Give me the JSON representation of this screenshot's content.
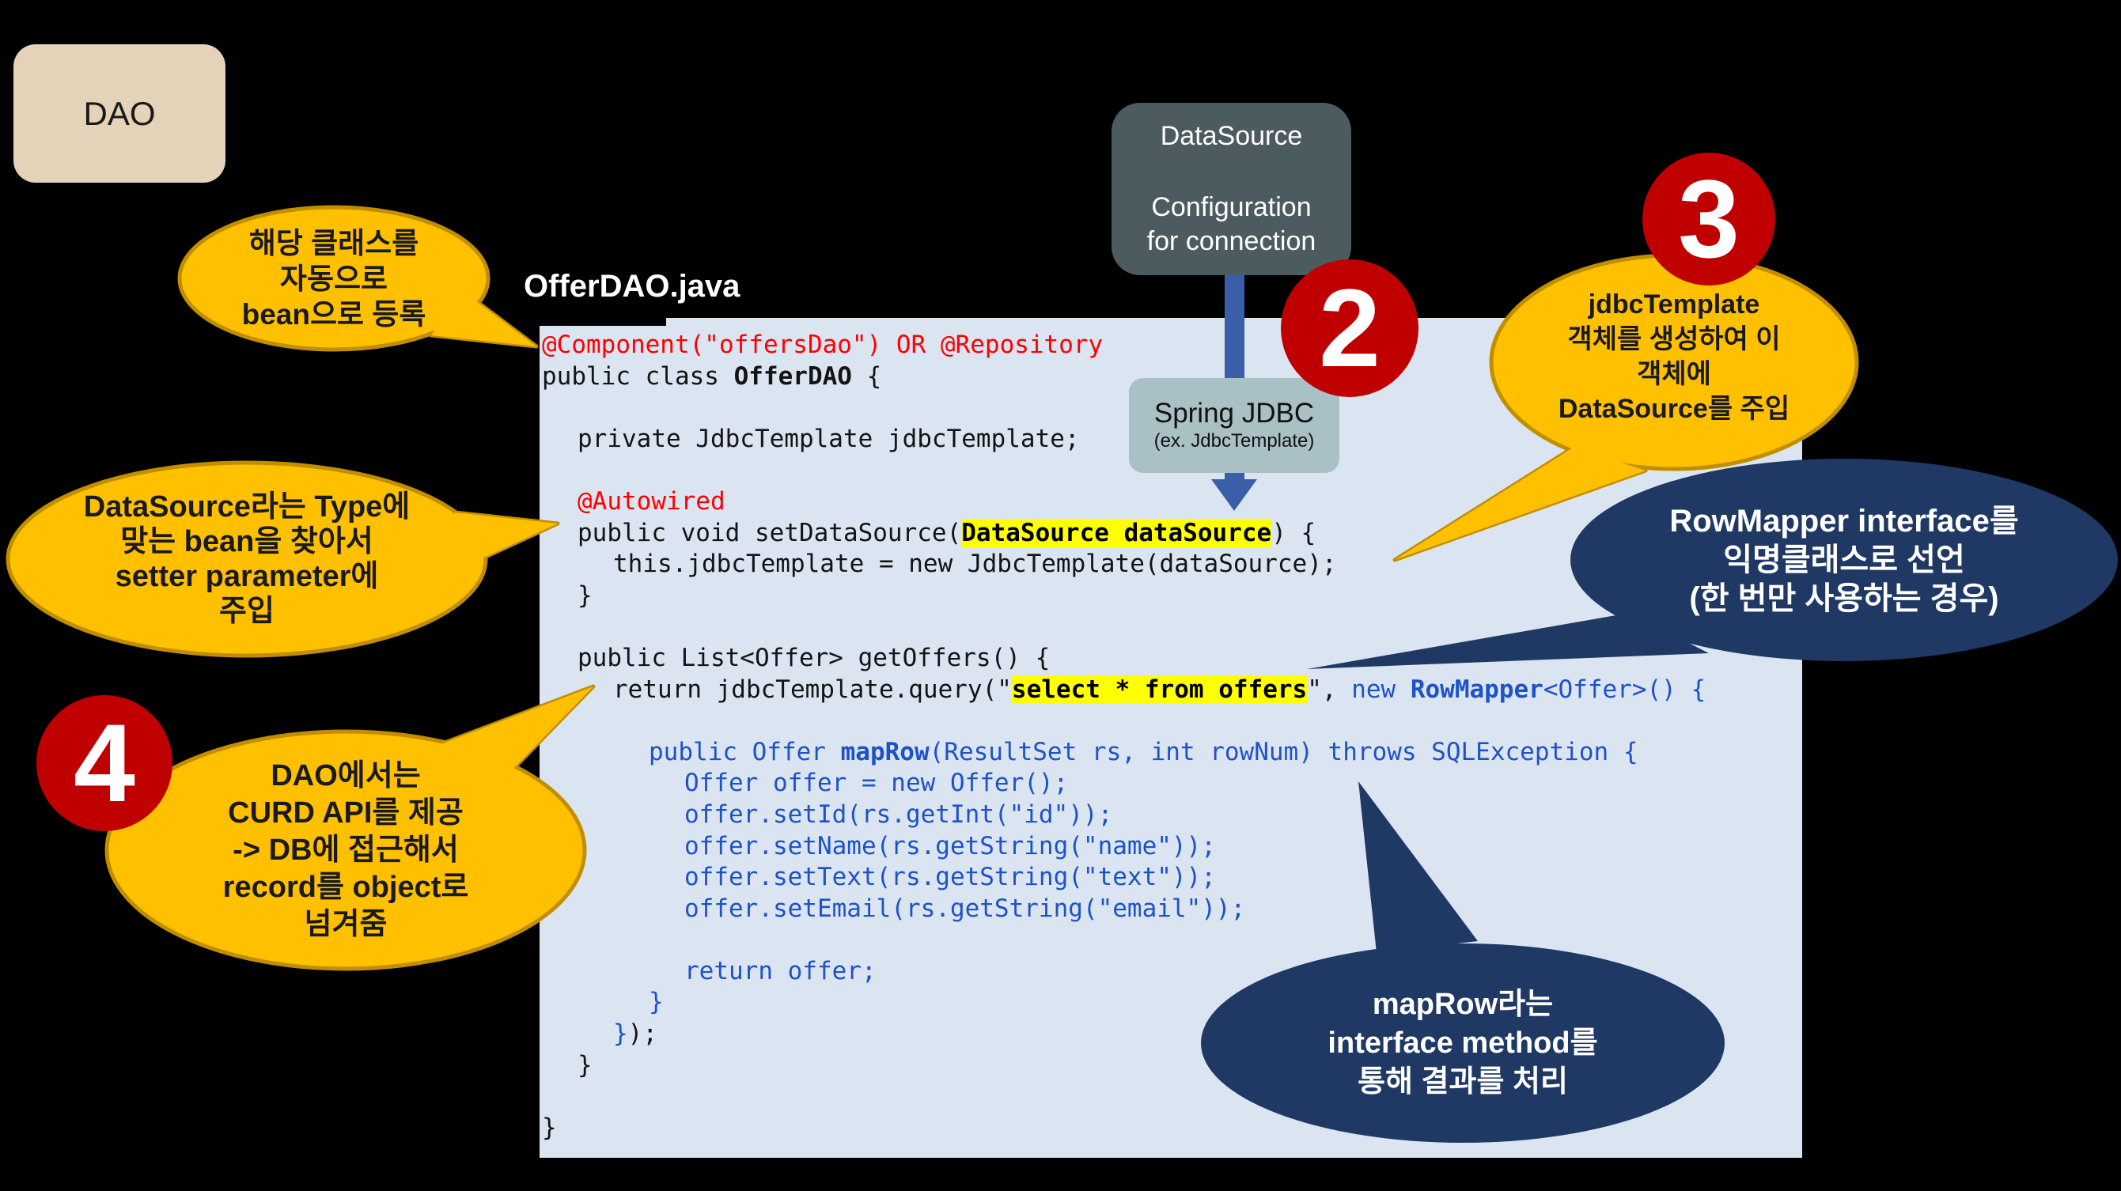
{
  "title": {
    "filename": "OfferDAO.java"
  },
  "dao_box": {
    "label": "DAO"
  },
  "flow": {
    "datasource_box": {
      "line1": "DataSource",
      "line2": "Configuration",
      "line3": "for connection"
    },
    "spring_jdbc_box": {
      "title": "Spring JDBC",
      "subtitle": "(ex. JdbcTemplate)"
    }
  },
  "steps": {
    "step2": "2",
    "step3": "3",
    "step4": "4"
  },
  "callouts": {
    "register_bean": {
      "lines": [
        "해당 클래스를",
        "자동으로",
        "bean으로 등록"
      ]
    },
    "inject_setter": {
      "lines": [
        "DataSource라는 Type에",
        "맞는 bean을 찾아서",
        "setter parameter에",
        "주입"
      ]
    },
    "jdbctemplate_inject": {
      "lines": [
        "jdbcTemplate",
        "객체를 생성하여 이",
        "객체에",
        "DataSource를 주입"
      ]
    },
    "rowmapper_anon": {
      "lines": [
        "RowMapper interface를",
        "익명클래스로 선언",
        "(한 번만 사용하는 경우)"
      ]
    },
    "dao_curd": {
      "lines": [
        "DAO에서는",
        "CURD API를 제공",
        "-> DB에 접근해서",
        "record를 object로",
        "넘겨줌"
      ]
    },
    "maprow_result": {
      "lines": [
        "mapRow라는",
        "interface method를",
        "통해 결과를 처리"
      ]
    }
  },
  "code": {
    "lines": [
      {
        "i": 0,
        "s": [
          {
            "c": "red",
            "t": "@Component(\"offersDao\") OR @Repository"
          }
        ]
      },
      {
        "i": 0,
        "s": [
          {
            "c": "k",
            "t": "public class "
          },
          {
            "c": "kb",
            "t": "OfferDAO"
          },
          {
            "c": "k",
            "t": " {"
          }
        ]
      },
      {
        "i": 0,
        "s": []
      },
      {
        "i": 1,
        "s": [
          {
            "c": "k",
            "t": "private JdbcTemplate jdbcTemplate;"
          }
        ]
      },
      {
        "i": 0,
        "s": []
      },
      {
        "i": 1,
        "s": [
          {
            "c": "red",
            "t": "@Autowired"
          }
        ]
      },
      {
        "i": 1,
        "s": [
          {
            "c": "k",
            "t": "public void setDataSource("
          },
          {
            "c": "hl",
            "t": "DataSource dataSource"
          },
          {
            "c": "k",
            "t": ") {"
          }
        ]
      },
      {
        "i": 2,
        "s": [
          {
            "c": "k",
            "t": "this.jdbcTemplate = new JdbcTemplate(dataSource);"
          }
        ]
      },
      {
        "i": 1,
        "s": [
          {
            "c": "k",
            "t": "}"
          }
        ]
      },
      {
        "i": 0,
        "s": []
      },
      {
        "i": 1,
        "s": [
          {
            "c": "k",
            "t": "public List<Offer> getOffers() {"
          }
        ]
      },
      {
        "i": 2,
        "s": [
          {
            "c": "k",
            "t": "return jdbcTemplate.query(\""
          },
          {
            "c": "hl",
            "t": "select * from offers"
          },
          {
            "c": "k",
            "t": "\", "
          },
          {
            "c": "blue",
            "t": "new "
          },
          {
            "c": "blueb",
            "t": "RowMapper"
          },
          {
            "c": "blue",
            "t": "<Offer>() {"
          }
        ]
      },
      {
        "i": 0,
        "s": []
      },
      {
        "i": 3,
        "s": [
          {
            "c": "blue",
            "t": "public Offer "
          },
          {
            "c": "blueb",
            "t": "mapRow"
          },
          {
            "c": "blue",
            "t": "(ResultSet rs, int rowNum) throws SQLException {"
          }
        ]
      },
      {
        "i": 4,
        "s": [
          {
            "c": "blue",
            "t": "Offer offer = new Offer();"
          }
        ]
      },
      {
        "i": 4,
        "s": [
          {
            "c": "blue",
            "t": "offer.setId(rs.getInt(\"id\"));"
          }
        ]
      },
      {
        "i": 4,
        "s": [
          {
            "c": "blue",
            "t": "offer.setName(rs.getString(\"name\"));"
          }
        ]
      },
      {
        "i": 4,
        "s": [
          {
            "c": "blue",
            "t": "offer.setText(rs.getString(\"text\"));"
          }
        ]
      },
      {
        "i": 4,
        "s": [
          {
            "c": "blue",
            "t": "offer.setEmail(rs.getString(\"email\"));"
          }
        ]
      },
      {
        "i": 0,
        "s": []
      },
      {
        "i": 4,
        "s": [
          {
            "c": "blue",
            "t": "return offer;"
          }
        ]
      },
      {
        "i": 3,
        "s": [
          {
            "c": "blue",
            "t": "}"
          }
        ]
      },
      {
        "i": 2,
        "s": [
          {
            "c": "blue",
            "t": "}"
          },
          {
            "c": "k",
            "t": ");"
          }
        ]
      },
      {
        "i": 1,
        "s": [
          {
            "c": "k",
            "t": "}"
          }
        ]
      },
      {
        "i": 0,
        "s": []
      },
      {
        "i": 0,
        "s": [
          {
            "c": "k",
            "t": "}"
          }
        ]
      }
    ]
  },
  "colors": {
    "background": "#000000",
    "panel": "#dbe5f1",
    "bubble_fill": "#ffc000",
    "bubble_border": "#c18e00",
    "navy": "#1f3864",
    "red_badge": "#c00000",
    "code_highlight": "#ffff00",
    "code_red": "#fe0000",
    "code_blue": "#1e52c8",
    "datasource_box": "#4c5b60",
    "spring_box": "#a9c0c4",
    "arrow": "#3a5ea8",
    "dao_box": "#e5d3b9"
  }
}
